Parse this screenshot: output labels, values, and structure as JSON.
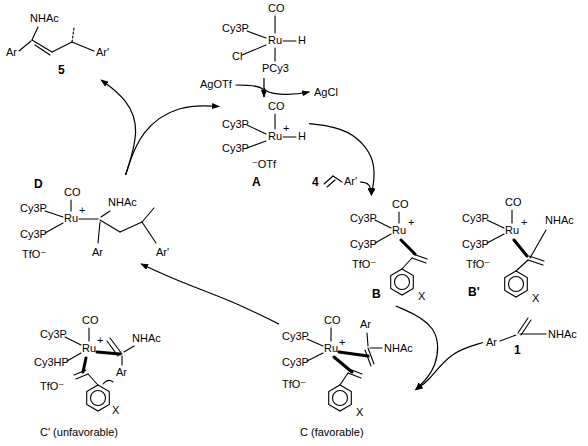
{
  "diagram": {
    "nodes": [
      {
        "text": [
          "CO",
          "Cy3P",
          "Ru",
          "H",
          "Cl",
          "PCy3"
        ]
      },
      {
        "text": [
          "CO",
          "Cy3P",
          "Ru",
          "H",
          "+",
          "Cy3P",
          "⁻OTf",
          "A"
        ]
      },
      {
        "text": [
          "Ar'",
          "4"
        ]
      },
      {
        "text": [
          "CO",
          "Cy3P",
          "Ru",
          "+",
          "Cy3P",
          "TfO⁻",
          "X",
          "B"
        ]
      },
      {
        "text": [
          "Cy3P",
          "CO",
          "Ru",
          "+",
          "Cy3P",
          "TfO⁻",
          "NHAc",
          "X",
          "B'"
        ]
      },
      {
        "text": [
          "Ar",
          "NHAc",
          "1"
        ]
      },
      {
        "text": [
          "CO",
          "Ar",
          "NHAc",
          "Cy3P",
          "Ru",
          "+",
          "Cy3P",
          "TfO⁻",
          "X",
          "C (favorable)"
        ]
      },
      {
        "text": [
          "Cy3P",
          "CO",
          "Ru",
          "+",
          "NHAc",
          "Cy3HP",
          "Ar",
          "TfO⁻",
          "X",
          "C' (unfavorable)"
        ]
      },
      {
        "text": [
          "D",
          "CO",
          "Cy3P",
          "Ru",
          "+",
          "NHAc",
          "Cy3P",
          "TfO⁻",
          "Ar",
          "Ar'"
        ]
      },
      {
        "text": [
          "NHAc",
          "Ar",
          "Ar'",
          "5"
        ]
      }
    ],
    "edges": [
      {
        "from": 0,
        "to": 1,
        "arrow": "to"
      },
      {
        "from": 1,
        "to": 3,
        "arrow": "to"
      },
      {
        "from": 2,
        "to": 3,
        "arrow": "to"
      },
      {
        "from": 3,
        "to": 6,
        "arrow": "to"
      },
      {
        "from": 5,
        "to": 6,
        "arrow": "to"
      },
      {
        "from": 6,
        "to": 8,
        "arrow": "to"
      },
      {
        "from": 8,
        "to": 1,
        "arrow": "to"
      },
      {
        "from": 8,
        "to": 9,
        "arrow": "to"
      }
    ],
    "labels": [
      "AgOTf",
      "AgCl"
    ]
  }
}
